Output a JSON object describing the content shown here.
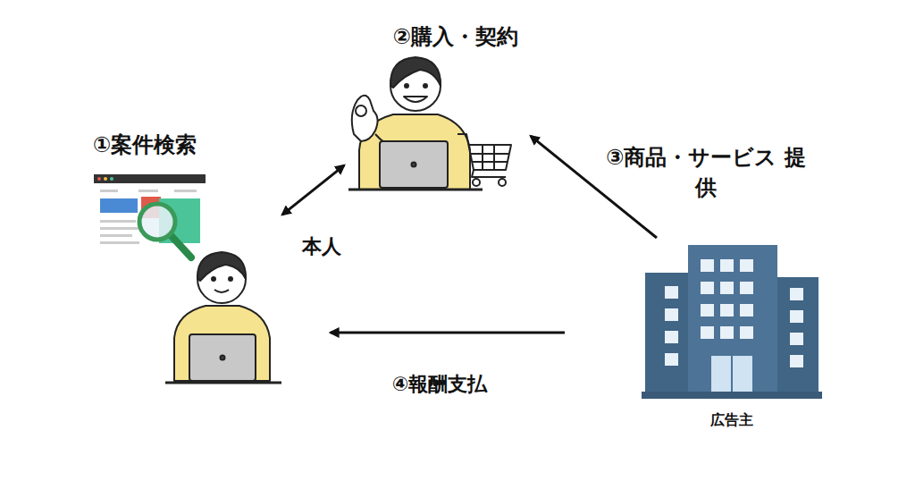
{
  "diagram": {
    "nodes": [
      {
        "text": [
          "②購入・契約"
        ]
      },
      {
        "text": [
          "①案件検索"
        ]
      },
      {
        "text": [
          "広告主"
        ]
      }
    ],
    "edges": [
      {
        "from": 1,
        "to": 0,
        "arrow": "both",
        "label": "本人"
      },
      {
        "from": 2,
        "to": 0,
        "arrow": "to",
        "label": "③商品・サービス 提供"
      },
      {
        "from": 2,
        "to": 1,
        "arrow": "to",
        "label": "④報酬支払"
      }
    ]
  }
}
